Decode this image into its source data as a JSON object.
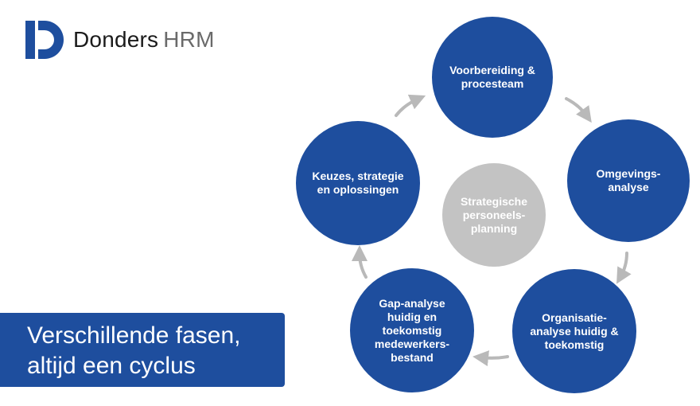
{
  "brand": {
    "name": "Donders",
    "suffix": "HRM",
    "colors": {
      "primary": "#1e4e9e",
      "neutral": "#c3c3c3"
    }
  },
  "banner": {
    "line1": "Verschillende fasen,",
    "line2": "altijd een cyclus"
  },
  "cycle": {
    "center": "Strategische personeels-planning",
    "steps": [
      "Voorbereiding & procesteam",
      "Omgevings-analyse",
      "Organisatie-analyse huidig & toekomstig",
      "Gap-analyse huidig en toekomstig medewerkers-bestand",
      "Keuzes, strategie en oplossingen"
    ]
  },
  "icons": [
    "logo-d-icon",
    "arrow-icon"
  ]
}
